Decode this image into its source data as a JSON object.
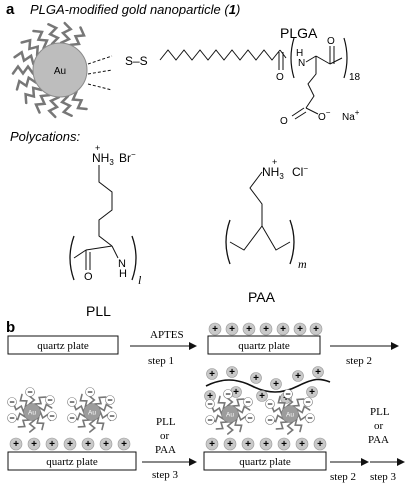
{
  "panel_a": {
    "label": "a",
    "title": "PLGA-modified gold nanoparticle (",
    "title_num": "1",
    "title_close": ")",
    "au": "Au",
    "ss": "S–S",
    "plga": "PLGA",
    "hn": "H",
    "n": "N",
    "o": "O",
    "repeat": "18",
    "carboxylate": "O",
    "carboxylate_charge": "−",
    "na": "Na",
    "na_charge": "+",
    "polycations": "Polycations:",
    "pll": {
      "amine": "NH",
      "amine_sub": "3",
      "amine_charge": "+",
      "anion": "Br",
      "anion_charge": "−",
      "nh_n": "N",
      "nh_h": "H",
      "o": "O",
      "subscript": "l",
      "name": "PLL"
    },
    "paa": {
      "amine": "NH",
      "amine_sub": "3",
      "amine_charge": "+",
      "anion": "Cl",
      "anion_charge": "−",
      "subscript": "m",
      "name": "PAA"
    }
  },
  "panel_b": {
    "label": "b",
    "plate": "quartz plate",
    "aptes": "APTES",
    "step1": "step 1",
    "step2": "step 2",
    "step3": "step 3",
    "pll": "PLL",
    "or": "or",
    "paa": "PAA",
    "au": "Au",
    "plus": "+",
    "minus": "−"
  }
}
